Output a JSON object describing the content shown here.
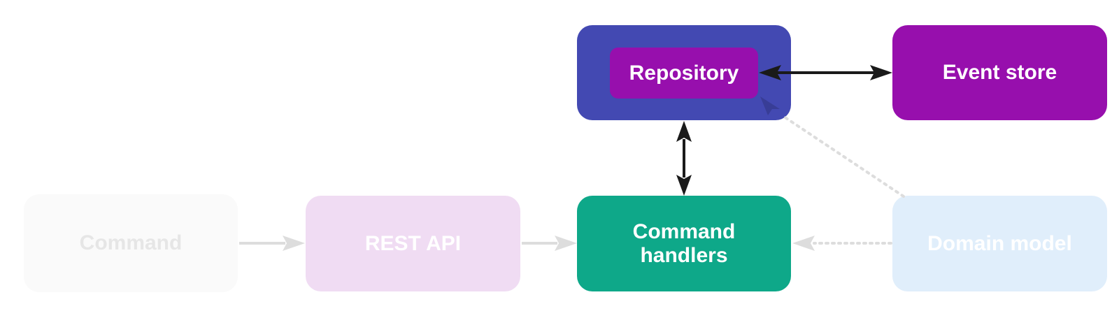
{
  "nodes": {
    "command": {
      "label": "Command",
      "bg": "#fafafa",
      "fg": "#e6e6e6"
    },
    "rest_api": {
      "label": "REST API",
      "bg": "#f0dcf3",
      "fg": "#ffffff"
    },
    "command_handlers": {
      "label": "Command\nhandlers",
      "bg": "#0ea889",
      "fg": "#ffffff"
    },
    "domain_model": {
      "label": "Domain model",
      "bg": "#e0eefb",
      "fg": "#ffffff"
    },
    "repository_container": {
      "bg": "#4349b2"
    },
    "repository": {
      "label": "Repository",
      "bg": "#970fad",
      "fg": "#ffffff"
    },
    "event_store": {
      "label": "Event store",
      "bg": "#970fad",
      "fg": "#ffffff"
    }
  },
  "edges": [
    {
      "from": "Command",
      "to": "REST API",
      "style": "solid",
      "color": "#dddddd"
    },
    {
      "from": "REST API",
      "to": "Command handlers",
      "style": "solid",
      "color": "#dddddd"
    },
    {
      "from": "Domain model",
      "to": "Command handlers",
      "style": "dotted",
      "color": "#dddddd"
    },
    {
      "from": "Domain model",
      "to": "Repository",
      "style": "dotted",
      "color": "#dddddd"
    },
    {
      "from": "Repository",
      "to": "Command handlers",
      "style": "bidirectional",
      "color": "#1a1a1a"
    },
    {
      "from": "Repository",
      "to": "Event store",
      "style": "bidirectional",
      "color": "#1a1a1a"
    }
  ]
}
